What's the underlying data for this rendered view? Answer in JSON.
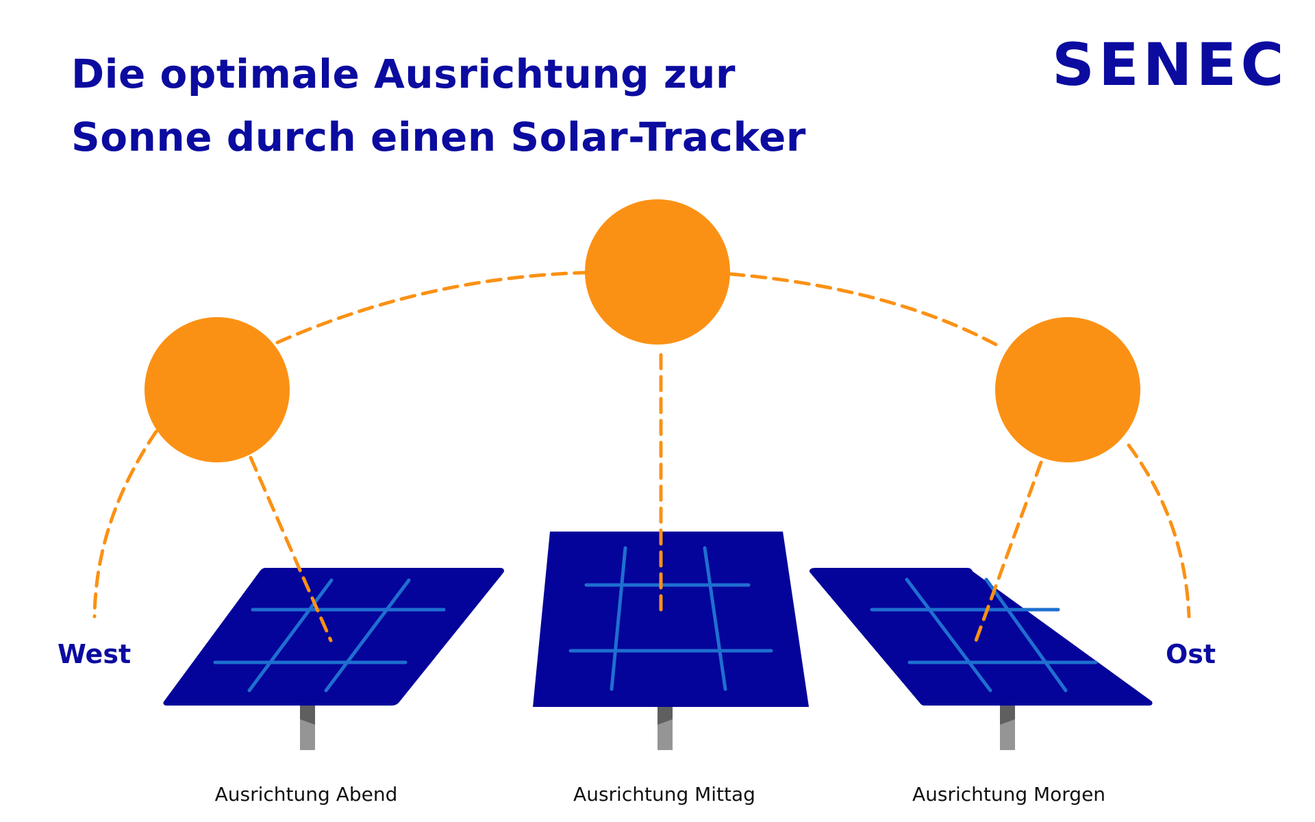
{
  "title": {
    "line1": "Die optimale Ausrichtung zur",
    "line2": "Sonne durch einen Solar-Tracker"
  },
  "logo": {
    "text": "SENEC"
  },
  "directions": {
    "west": "West",
    "east": "Ost"
  },
  "panels": [
    {
      "caption": "Ausrichtung Abend"
    },
    {
      "caption": "Ausrichtung Mittag"
    },
    {
      "caption": "Ausrichtung Morgen"
    }
  ],
  "colors": {
    "brand_blue": "#0b0ba0",
    "panel_blue": "#04049a",
    "panel_grid": "#1f6fd0",
    "sun_orange": "#fb9114",
    "pole_dark": "#5f5f5f",
    "pole_light": "#959595"
  }
}
